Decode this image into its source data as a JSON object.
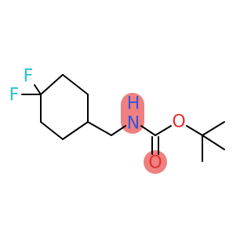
{
  "molecule": {
    "atoms": {
      "f_upper": {
        "symbol": "F",
        "color": "#2ec4c4"
      },
      "f_lower": {
        "symbol": "F",
        "color": "#2ec4c4"
      },
      "nh_h": {
        "symbol": "H",
        "color": "#3355dd"
      },
      "nh_n": {
        "symbol": "N",
        "color": "#3355dd"
      },
      "ester_o": {
        "symbol": "O",
        "color": "#e03030"
      },
      "carbonyl_o": {
        "symbol": "O",
        "color": "#e03030"
      }
    },
    "highlight_color": "#f08080"
  }
}
